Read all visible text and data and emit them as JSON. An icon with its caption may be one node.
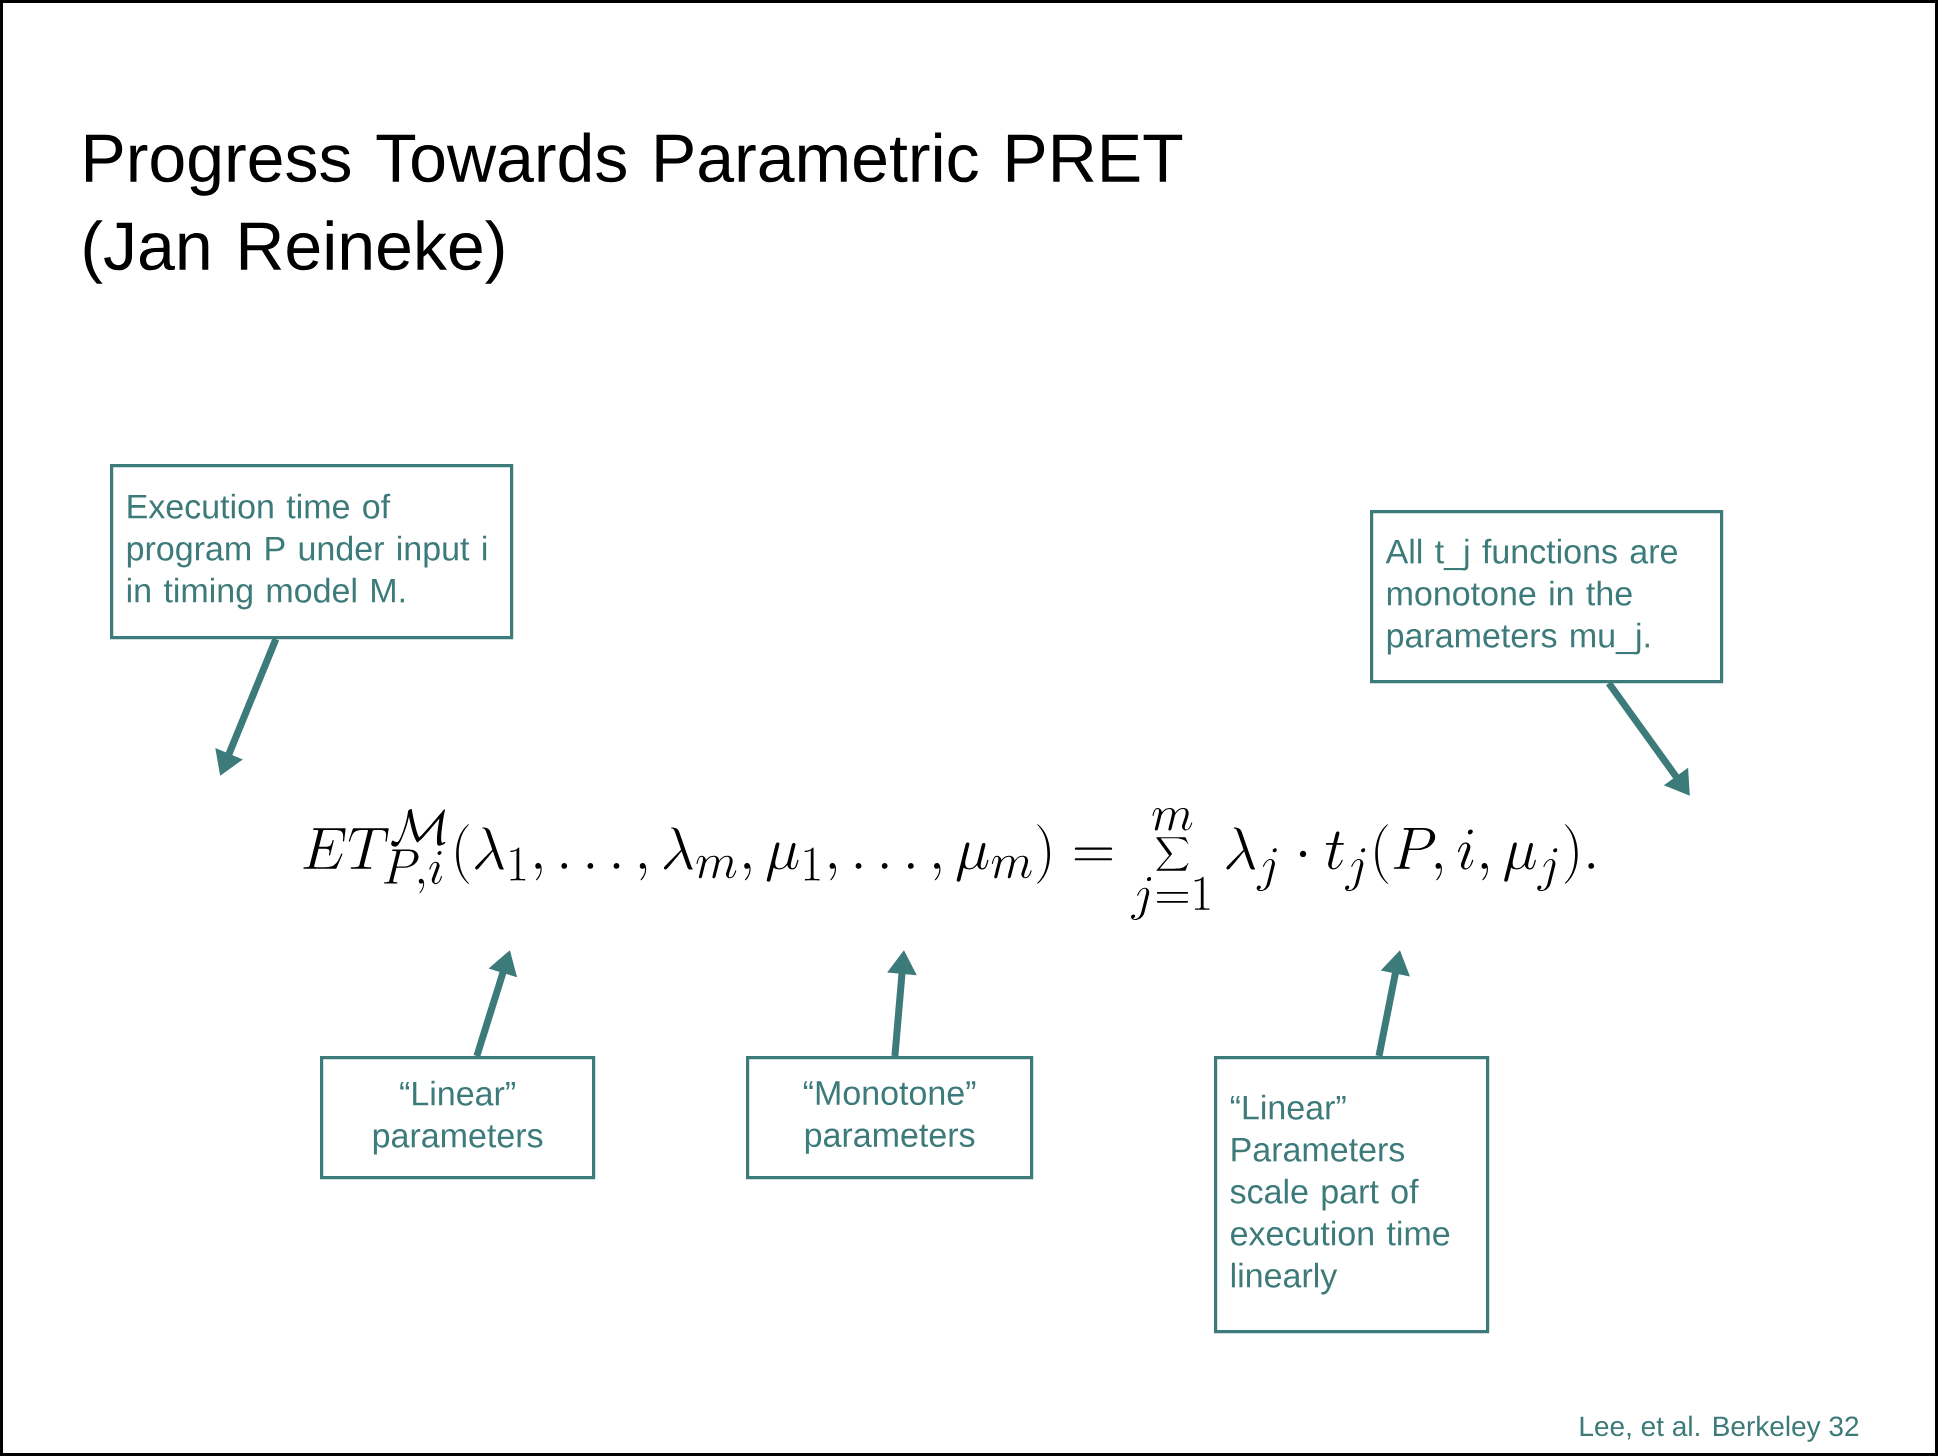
{
  "diagram": {
    "title": "Progress Towards Parametric PRET (Jan Reineke)",
    "nodes": [
      {
        "text": [
          "Execution time of program P under input i in timing model M."
        ]
      },
      {
        "text": [
          "All t_j functions are monotone in the parameters mu_j."
        ]
      },
      {
        "text": [
          "“Linear” parameters"
        ]
      },
      {
        "text": [
          "“Monotone” parameters"
        ]
      },
      {
        "text": [
          "“Linear” Parameters scale part of execution time linearly"
        ]
      }
    ],
    "edges": [
      {
        "from": 0,
        "to": null,
        "arrow": "to"
      },
      {
        "from": 1,
        "to": null,
        "arrow": "to"
      },
      {
        "from": 2,
        "to": null,
        "arrow": "to"
      },
      {
        "from": 3,
        "to": null,
        "arrow": "to"
      },
      {
        "from": 4,
        "to": null,
        "arrow": "to"
      }
    ],
    "labels": [
      "ET^{\\mathcal{M}}_{P,i}(\\lambda_1,\\ldots,\\lambda_m,\\mu_1,\\ldots,\\mu_m)=\\sum_{j=1}^{m}\\lambda_j\\cdot t_j(P,i,\\mu_j).",
      "Lee, et al. Berkeley  32"
    ]
  }
}
